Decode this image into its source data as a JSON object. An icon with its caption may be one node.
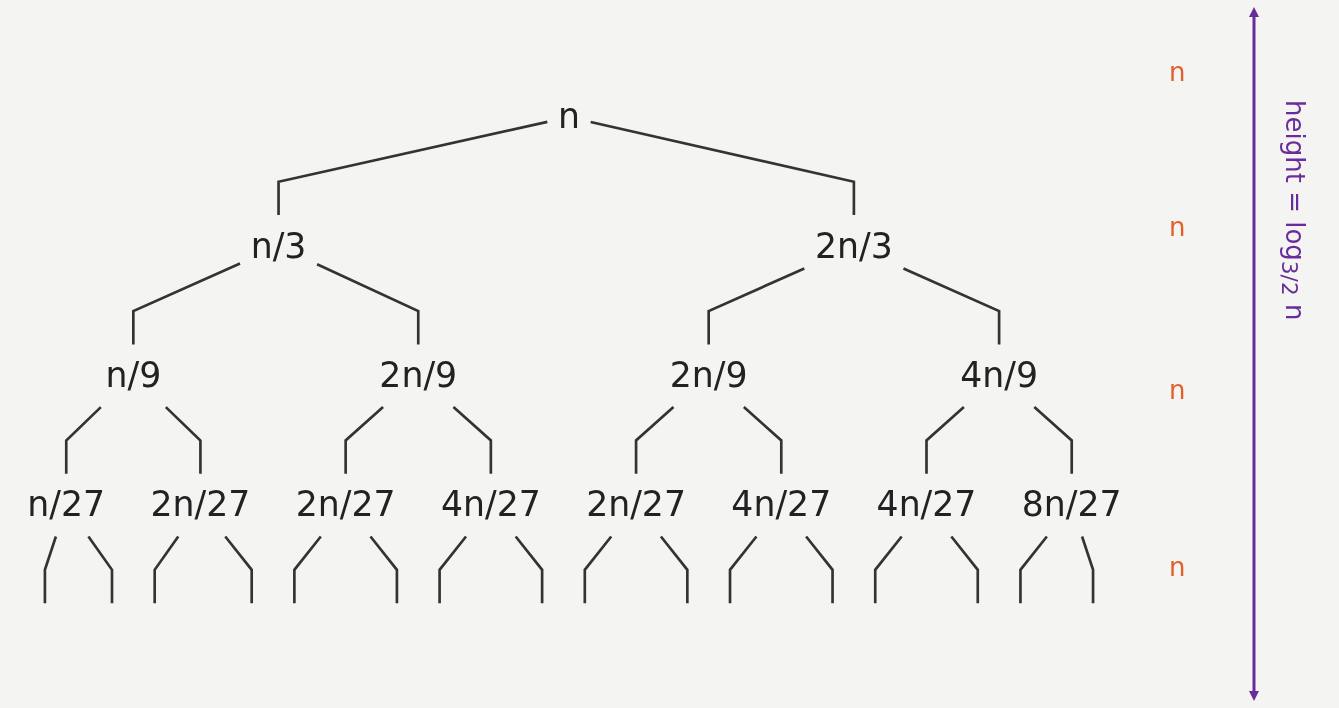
{
  "diagram": {
    "nodes": [
      {
        "text": [
          "n"
        ]
      },
      {
        "text": [
          "n/3"
        ]
      },
      {
        "text": [
          "2n/3"
        ]
      },
      {
        "text": [
          "n/9"
        ]
      },
      {
        "text": [
          "2n/9"
        ]
      },
      {
        "text": [
          "2n/9"
        ]
      },
      {
        "text": [
          "4n/9"
        ]
      },
      {
        "text": [
          "n/27"
        ]
      },
      {
        "text": [
          "2n/27"
        ]
      },
      {
        "text": [
          "2n/27"
        ]
      },
      {
        "text": [
          "4n/27"
        ]
      },
      {
        "text": [
          "2n/27"
        ]
      },
      {
        "text": [
          "4n/27"
        ]
      },
      {
        "text": [
          "4n/27"
        ]
      },
      {
        "text": [
          "8n/27"
        ]
      }
    ],
    "edges": [
      {
        "from": 0,
        "to": 1,
        "arrow": "none"
      },
      {
        "from": 0,
        "to": 2,
        "arrow": "none"
      },
      {
        "from": 1,
        "to": 3,
        "arrow": "none"
      },
      {
        "from": 1,
        "to": 4,
        "arrow": "none"
      },
      {
        "from": 2,
        "to": 5,
        "arrow": "none"
      },
      {
        "from": 2,
        "to": 6,
        "arrow": "none"
      },
      {
        "from": 3,
        "to": 7,
        "arrow": "none"
      },
      {
        "from": 3,
        "to": 8,
        "arrow": "none"
      },
      {
        "from": 4,
        "to": 9,
        "arrow": "none"
      },
      {
        "from": 4,
        "to": 10,
        "arrow": "none"
      },
      {
        "from": 5,
        "to": 11,
        "arrow": "none"
      },
      {
        "from": 5,
        "to": 12,
        "arrow": "none"
      },
      {
        "from": 6,
        "to": 13,
        "arrow": "none"
      },
      {
        "from": 6,
        "to": 14,
        "arrow": "none"
      },
      {
        "from": 7,
        "to": null,
        "arrow": "none"
      },
      {
        "from": 7,
        "to": null,
        "arrow": "none"
      },
      {
        "from": 8,
        "to": null,
        "arrow": "none"
      },
      {
        "from": 8,
        "to": null,
        "arrow": "none"
      },
      {
        "from": 9,
        "to": null,
        "arrow": "none"
      },
      {
        "from": 9,
        "to": null,
        "arrow": "none"
      },
      {
        "from": 10,
        "to": null,
        "arrow": "none"
      },
      {
        "from": 10,
        "to": null,
        "arrow": "none"
      },
      {
        "from": 11,
        "to": null,
        "arrow": "none"
      },
      {
        "from": 11,
        "to": null,
        "arrow": "none"
      },
      {
        "from": 12,
        "to": null,
        "arrow": "none"
      },
      {
        "from": 12,
        "to": null,
        "arrow": "none"
      },
      {
        "from": 13,
        "to": null,
        "arrow": "none"
      },
      {
        "from": 13,
        "to": null,
        "arrow": "none"
      },
      {
        "from": 14,
        "to": null,
        "arrow": "none"
      },
      {
        "from": 14,
        "to": null,
        "arrow": "none"
      }
    ],
    "labels": [
      "n",
      "n",
      "n",
      "n",
      "height = log$_{3/2}$ n"
    ]
  }
}
